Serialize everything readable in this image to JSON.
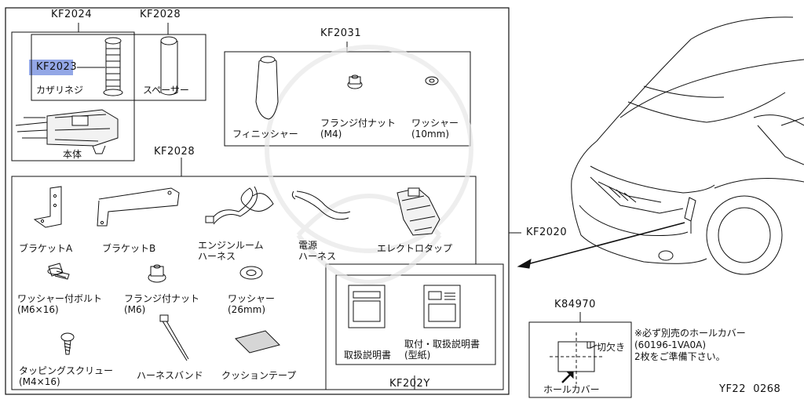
{
  "codes": {
    "kf2024": "KF2024",
    "kf2028_top": "KF2028",
    "kf2031": "KF2031",
    "kf2023": "KF2023",
    "kf2028_mid": "KF2028",
    "kf2020": "KF2020",
    "kf202y": "KF202Y",
    "k84970": "K84970",
    "ref": "YF22  0268"
  },
  "parts": {
    "kazari_neji": "カザリネジ",
    "spacer": "スペーサー",
    "hontai": "本体",
    "finisher": "フィニッシャー",
    "flange_nut_m4": "フランジ付ナット\n(M4)",
    "washer_10": "ワッシャー\n(10mm)",
    "bracket_a": "ブラケットA",
    "bracket_b": "ブラケットB",
    "engine_harness": "エンジンルーム\nハーネス",
    "power_harness": "電源\nハーネス",
    "electro_tap": "エレクトロタップ",
    "washer_bolt": "ワッシャー付ボルト\n(M6×16)",
    "flange_nut_m6": "フランジ付ナット\n(M6)",
    "washer_26": "ワッシャー\n(26mm)",
    "tapping_screw": "タッピングスクリュー\n(M4×16)",
    "harness_band": "ハーネスバンド",
    "cushion_tape": "クッションテープ",
    "manual": "取扱説明書",
    "install_manual": "取付・取扱説明書\n(型紙)",
    "notch": "切欠き",
    "hole_cover": "ホールカバー"
  },
  "note": "※必ず別売のホールカバー\n(60196-1VA0A)\n2枚をご準備下さい。"
}
